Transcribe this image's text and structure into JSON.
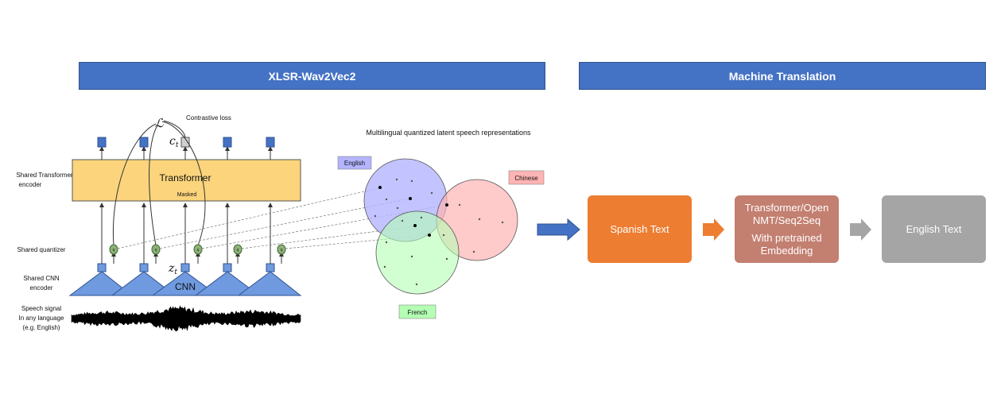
{
  "headers": {
    "xlsr": "XLSR-Wav2Vec2",
    "mt": "Machine Translation"
  },
  "left_diagram": {
    "contrastive_loss": "Contrastive loss",
    "loss_symbol": "ℒ",
    "ct_label": "c",
    "ct_sub": "t",
    "zt_label": "z",
    "zt_sub": "t",
    "transformer_label": "Transformer",
    "masked_label": "Masked",
    "cnn_label": "CNN",
    "quantizer_node": "q",
    "row_labels": {
      "transformer_line1": "Shared Transformer",
      "transformer_line2": "encoder",
      "quantizer": "Shared quantizer",
      "cnn_line1": "Shared CNN",
      "cnn_line2": "encoder",
      "speech_line1": "Speech signal",
      "speech_line2": "In any language",
      "speech_line3": "(e.g. English)"
    }
  },
  "venn": {
    "title": "Multilingual quantized latent speech representations",
    "english": "English",
    "chinese": "Chinese",
    "french": "French"
  },
  "pipeline": {
    "spanish_text": "Spanish Text",
    "model_line1": "Transformer/Open",
    "model_line2": "NMT/Seq2Seq",
    "model_line3": "With pretrained",
    "model_line4": "Embedding",
    "english_text": "English Text"
  },
  "colors": {
    "header_blue": "#4472c4",
    "orange": "#ed7d31",
    "rose": "#c37f70",
    "gray": "#a5a5a5",
    "transformer_fill": "#fbd47c",
    "cnn_blue": "#6f9ae0",
    "english_circle": "#b4b4ff",
    "chinese_circle": "#ffb4b4",
    "french_circle": "#b4ffb4"
  }
}
